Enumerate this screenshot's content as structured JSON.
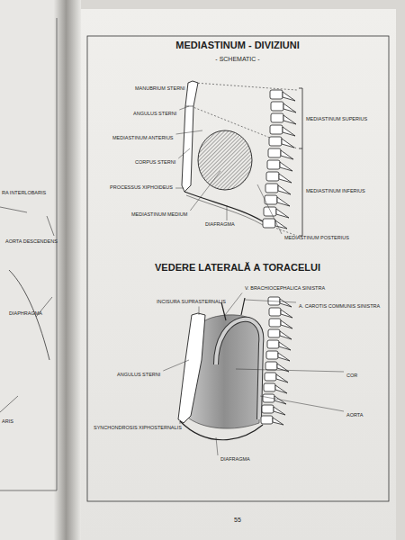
{
  "diagram": {
    "title": "MEDIASTINUM - DIVIZIUNI",
    "labels": [
      "- SCHEMATIC -",
      "MANUBRIUM STERNI",
      "ANGULUS STERNI",
      "MEDIASTINUM ANTERIUS",
      "CORPUS STERNI",
      "PROCESSUS XIPHOIDEUS",
      "MEDIASTINUM MEDIUM",
      "DIAFRAGMA",
      "MEDIASTINUM POSTERIUS",
      "MEDIASTINUM SUPERIUS",
      "MEDIASTINUM INFERIUS",
      "VEDERE LATERALĂ A TORACELUI",
      "V. BRACHIOCEPHALICA SINISTRA",
      "INCISURA SUPRASTERNALIS",
      "A. CAROTIS COMMUNIS SINISTRA",
      "ANGULUS STERNI",
      "COR",
      "SYNCHONDROSIS XIPHOSTERNALIS",
      "AORTA",
      "DIAFRAGMA",
      "55",
      "RA INTERLOBARIS",
      "AORTA DESCENDENS",
      "DIAPHRAGMA",
      "ARIS"
    ]
  }
}
